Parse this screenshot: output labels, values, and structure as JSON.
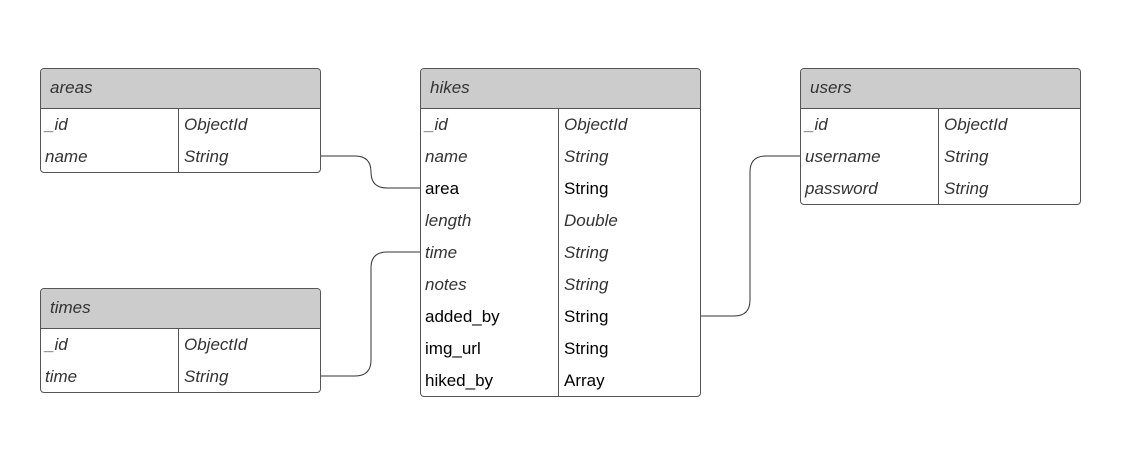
{
  "entities": {
    "areas": {
      "title": "areas",
      "fields": [
        {
          "name": "_id",
          "type": "ObjectId",
          "italic": true
        },
        {
          "name": "name",
          "type": "String",
          "italic": true
        }
      ]
    },
    "hikes": {
      "title": "hikes",
      "fields": [
        {
          "name": "_id",
          "type": "ObjectId",
          "italic": true
        },
        {
          "name": "name",
          "type": "String",
          "italic": true
        },
        {
          "name": "area",
          "type": "String",
          "italic": false
        },
        {
          "name": "length",
          "type": "Double",
          "italic": true
        },
        {
          "name": "time",
          "type": "String",
          "italic": true
        },
        {
          "name": "notes",
          "type": "String",
          "italic": true
        },
        {
          "name": "added_by",
          "type": "String",
          "italic": false
        },
        {
          "name": "img_url",
          "type": "String",
          "italic": false
        },
        {
          "name": "hiked_by",
          "type": "Array",
          "italic": false
        }
      ]
    },
    "users": {
      "title": "users",
      "fields": [
        {
          "name": "_id",
          "type": "ObjectId",
          "italic": true
        },
        {
          "name": "username",
          "type": "String",
          "italic": true
        },
        {
          "name": "password",
          "type": "String",
          "italic": true
        }
      ]
    },
    "times": {
      "title": "times",
      "fields": [
        {
          "name": "_id",
          "type": "ObjectId",
          "italic": true
        },
        {
          "name": "time",
          "type": "String",
          "italic": true
        }
      ]
    }
  },
  "relationships": [
    {
      "from": "areas.name",
      "to": "hikes.area"
    },
    {
      "from": "times.time",
      "to": "hikes.time"
    },
    {
      "from": "hikes.added_by",
      "to": "users.username"
    }
  ]
}
